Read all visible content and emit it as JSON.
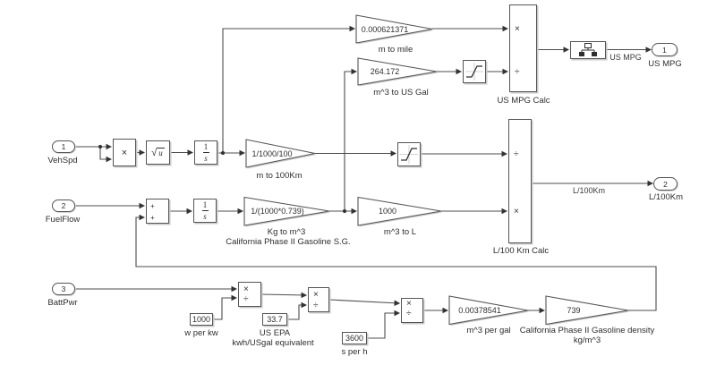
{
  "ports": {
    "in1": {
      "num": "1",
      "label": "VehSpd"
    },
    "in2": {
      "num": "2",
      "label": "FuelFlow"
    },
    "in3": {
      "num": "3",
      "label": "BattPwr"
    },
    "out1": {
      "num": "1",
      "label": "US MPG"
    },
    "out2": {
      "num": "2",
      "label": "L/100Km"
    }
  },
  "gains": {
    "m_to_mile": {
      "value": "0.000621371",
      "label": "m to mile"
    },
    "m3_to_usgal": {
      "value": "264.172",
      "label": "m^3 to US Gal"
    },
    "m_to_100km": {
      "value": "1/1000/100",
      "label": "m to 100Km"
    },
    "kg_to_m3": {
      "value": "1/(1000*0.739)",
      "label1": "Kg to m^3",
      "label2": "California Phase II Gasoline S.G."
    },
    "m3_to_l": {
      "value": "1000",
      "label": "m^3 to L"
    },
    "m3_per_gal": {
      "value": "0.00378541",
      "label": "m^3 per gal"
    },
    "gas_density": {
      "value": "739",
      "label1": "California Phase II Gasoline density",
      "label2": "kg/m^3"
    }
  },
  "constants": {
    "w_per_kw": {
      "value": "1000",
      "label": "w per kw"
    },
    "us_epa": {
      "value": "33.7",
      "label1": "US EPA",
      "label2": "kwh/USgal equivalent"
    },
    "s_per_h": {
      "value": "3600",
      "label": "s per h"
    }
  },
  "calc_blocks": {
    "us_mpg": {
      "label": "US MPG Calc"
    },
    "l100km": {
      "label": "L/100 Km Calc"
    }
  },
  "signal_labels": {
    "us_mpg": "US MPG",
    "l100km": "L/100Km"
  },
  "symbols": {
    "multiply": "×",
    "divide": "÷",
    "plus": "+",
    "sqrt": "√",
    "sqrt_arg": "u",
    "integrator_num": "1",
    "integrator_den": "s"
  },
  "icons": {
    "saturation": "saturation-curve",
    "display": "signal-hierarchy"
  },
  "colors": {
    "wire": "#4d4d4d",
    "block_border": "#555555",
    "background": "#ffffff"
  }
}
